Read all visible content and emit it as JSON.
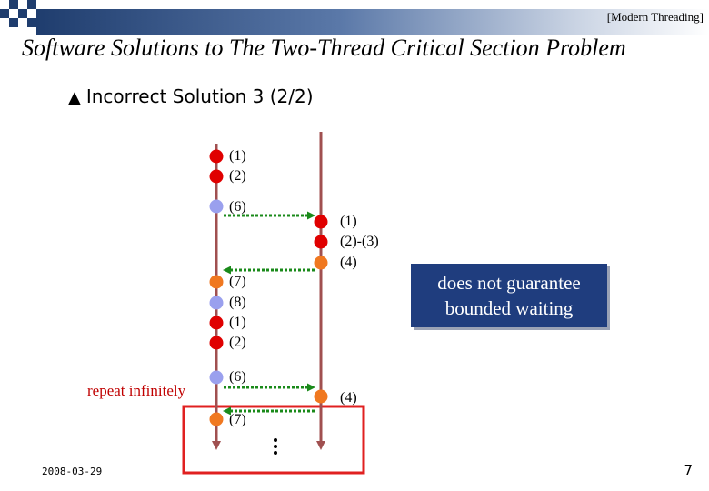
{
  "header": {
    "note": "[Modern Threading]"
  },
  "title": "Software Solutions to The Two-Thread Critical Section Problem",
  "subtitle": "Incorrect Solution 3 (2/2)",
  "thread_a": {
    "labels": [
      "(1)",
      "(2)",
      "(6)",
      "(7)",
      "(8)",
      "(1)",
      "(2)",
      "(6)",
      "(7)"
    ]
  },
  "thread_b": {
    "labels": [
      "(1)",
      "(2)-(3)",
      "(4)",
      "(4)"
    ]
  },
  "note_box": {
    "line1": "does not guarantee",
    "line2": "bounded waiting"
  },
  "repeat_label": "repeat infinitely",
  "footer": {
    "date": "2008-03-29",
    "page": "7"
  },
  "colors": {
    "line": "#a05050",
    "red_dot": "#e00000",
    "blue_dot": "#9aa0ee",
    "orange_dot": "#f07820",
    "arrow": "#1a8a1a",
    "box": "#1f3d7e",
    "highlight": "#e02020"
  }
}
